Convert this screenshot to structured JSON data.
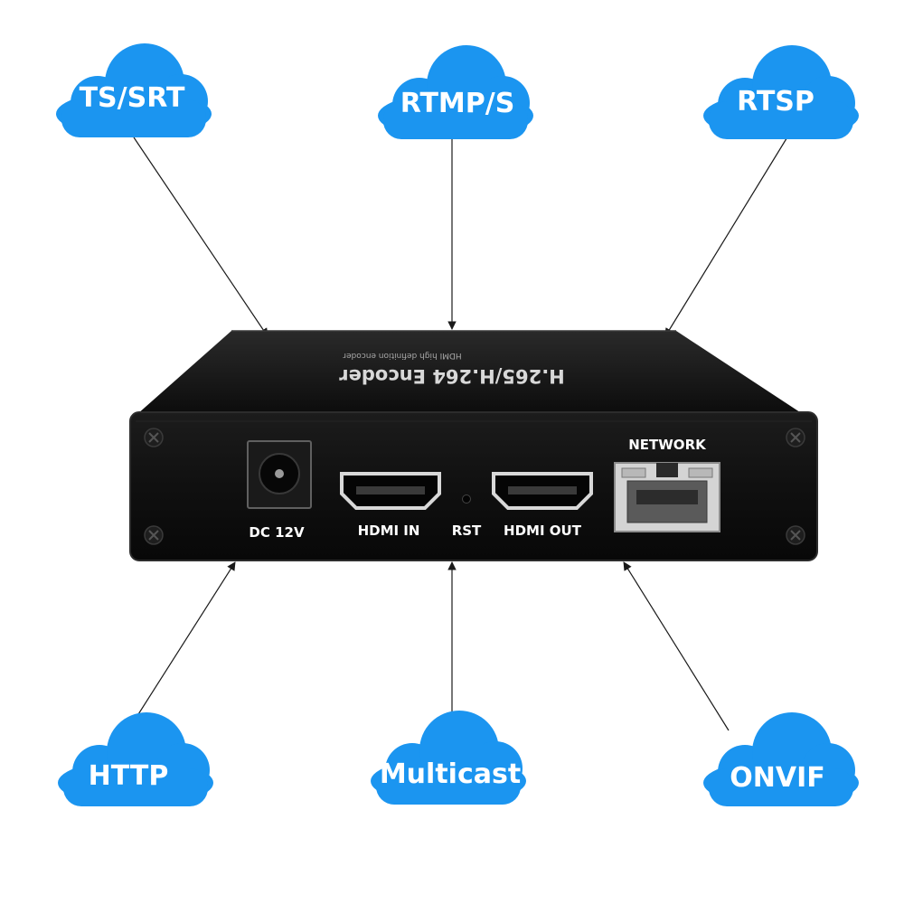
{
  "protocols": {
    "top_left": "TS/SRT",
    "top_center": "RTMP/S",
    "top_right": "RTSP",
    "bottom_left": "HTTP",
    "bottom_center": "Multicast",
    "bottom_right": "ONVIF"
  },
  "device": {
    "top_title": "H.265/H.264 Encoder",
    "top_subtitle": "HDMI high definition encoder",
    "ports": {
      "dc": "DC 12V",
      "hdmi_in": "HDMI IN",
      "rst": "RST",
      "hdmi_out": "HDMI OUT",
      "network": "NETWORK"
    }
  },
  "colors": {
    "cloud": "#1b95f0",
    "chassis": "#131313",
    "arrow": "#1a1a1a"
  }
}
